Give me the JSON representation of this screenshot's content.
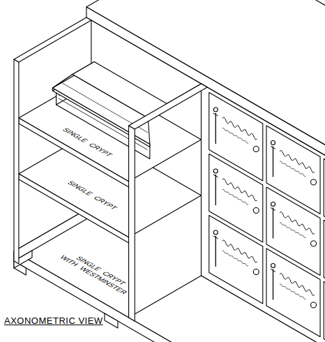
{
  "diagram": {
    "caption": "AXONOMETRIC VIEW",
    "labels": [
      "SINGLE CRYPT",
      "SINGLE CRYPT",
      "SINGLE CRYPT WITH WESTMINSTER"
    ]
  }
}
